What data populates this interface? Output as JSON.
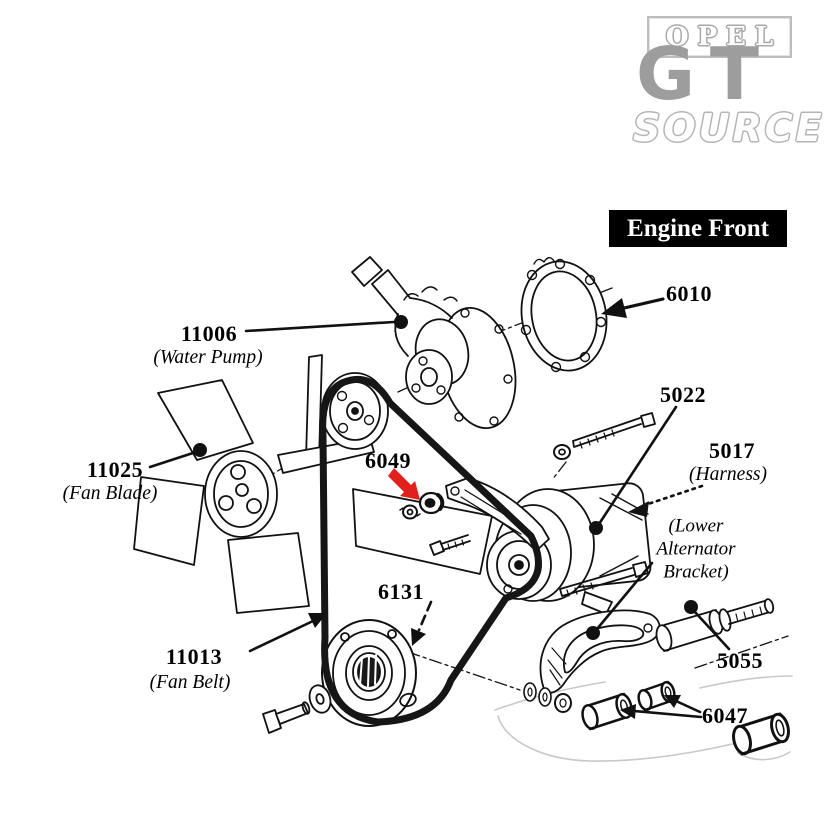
{
  "logo": {
    "brand": "OPEL",
    "model": "GT",
    "suffix": "SOURCE"
  },
  "tag": {
    "engine_front": "Engine Front"
  },
  "colors": {
    "highlight_arrow": "#e2201c",
    "tag_background": "#000000",
    "tag_text": "#ffffff",
    "logo_gray": "#9d9d9d",
    "line_art": "#111111"
  },
  "labels": {
    "water_pump": {
      "number": "11006",
      "name": "(Water Pump)"
    },
    "gasket": {
      "number": "6010"
    },
    "mount_bolt": {
      "number": "5022"
    },
    "harness": {
      "number": "5017",
      "name": "(Harness)"
    },
    "fan_blade": {
      "number": "11025",
      "name": "(Fan Blade)"
    },
    "adjuster_nut": {
      "number": "6049"
    },
    "lower_bracket": {
      "line1": "(Lower",
      "line2": "Alternator",
      "line3": "Bracket)"
    },
    "crank_pulley": {
      "number": "6131"
    },
    "fan_belt": {
      "number": "11013",
      "name": "(Fan Belt)"
    },
    "spacer_bolt": {
      "number": "5055"
    },
    "bushings": {
      "number": "6047"
    }
  }
}
